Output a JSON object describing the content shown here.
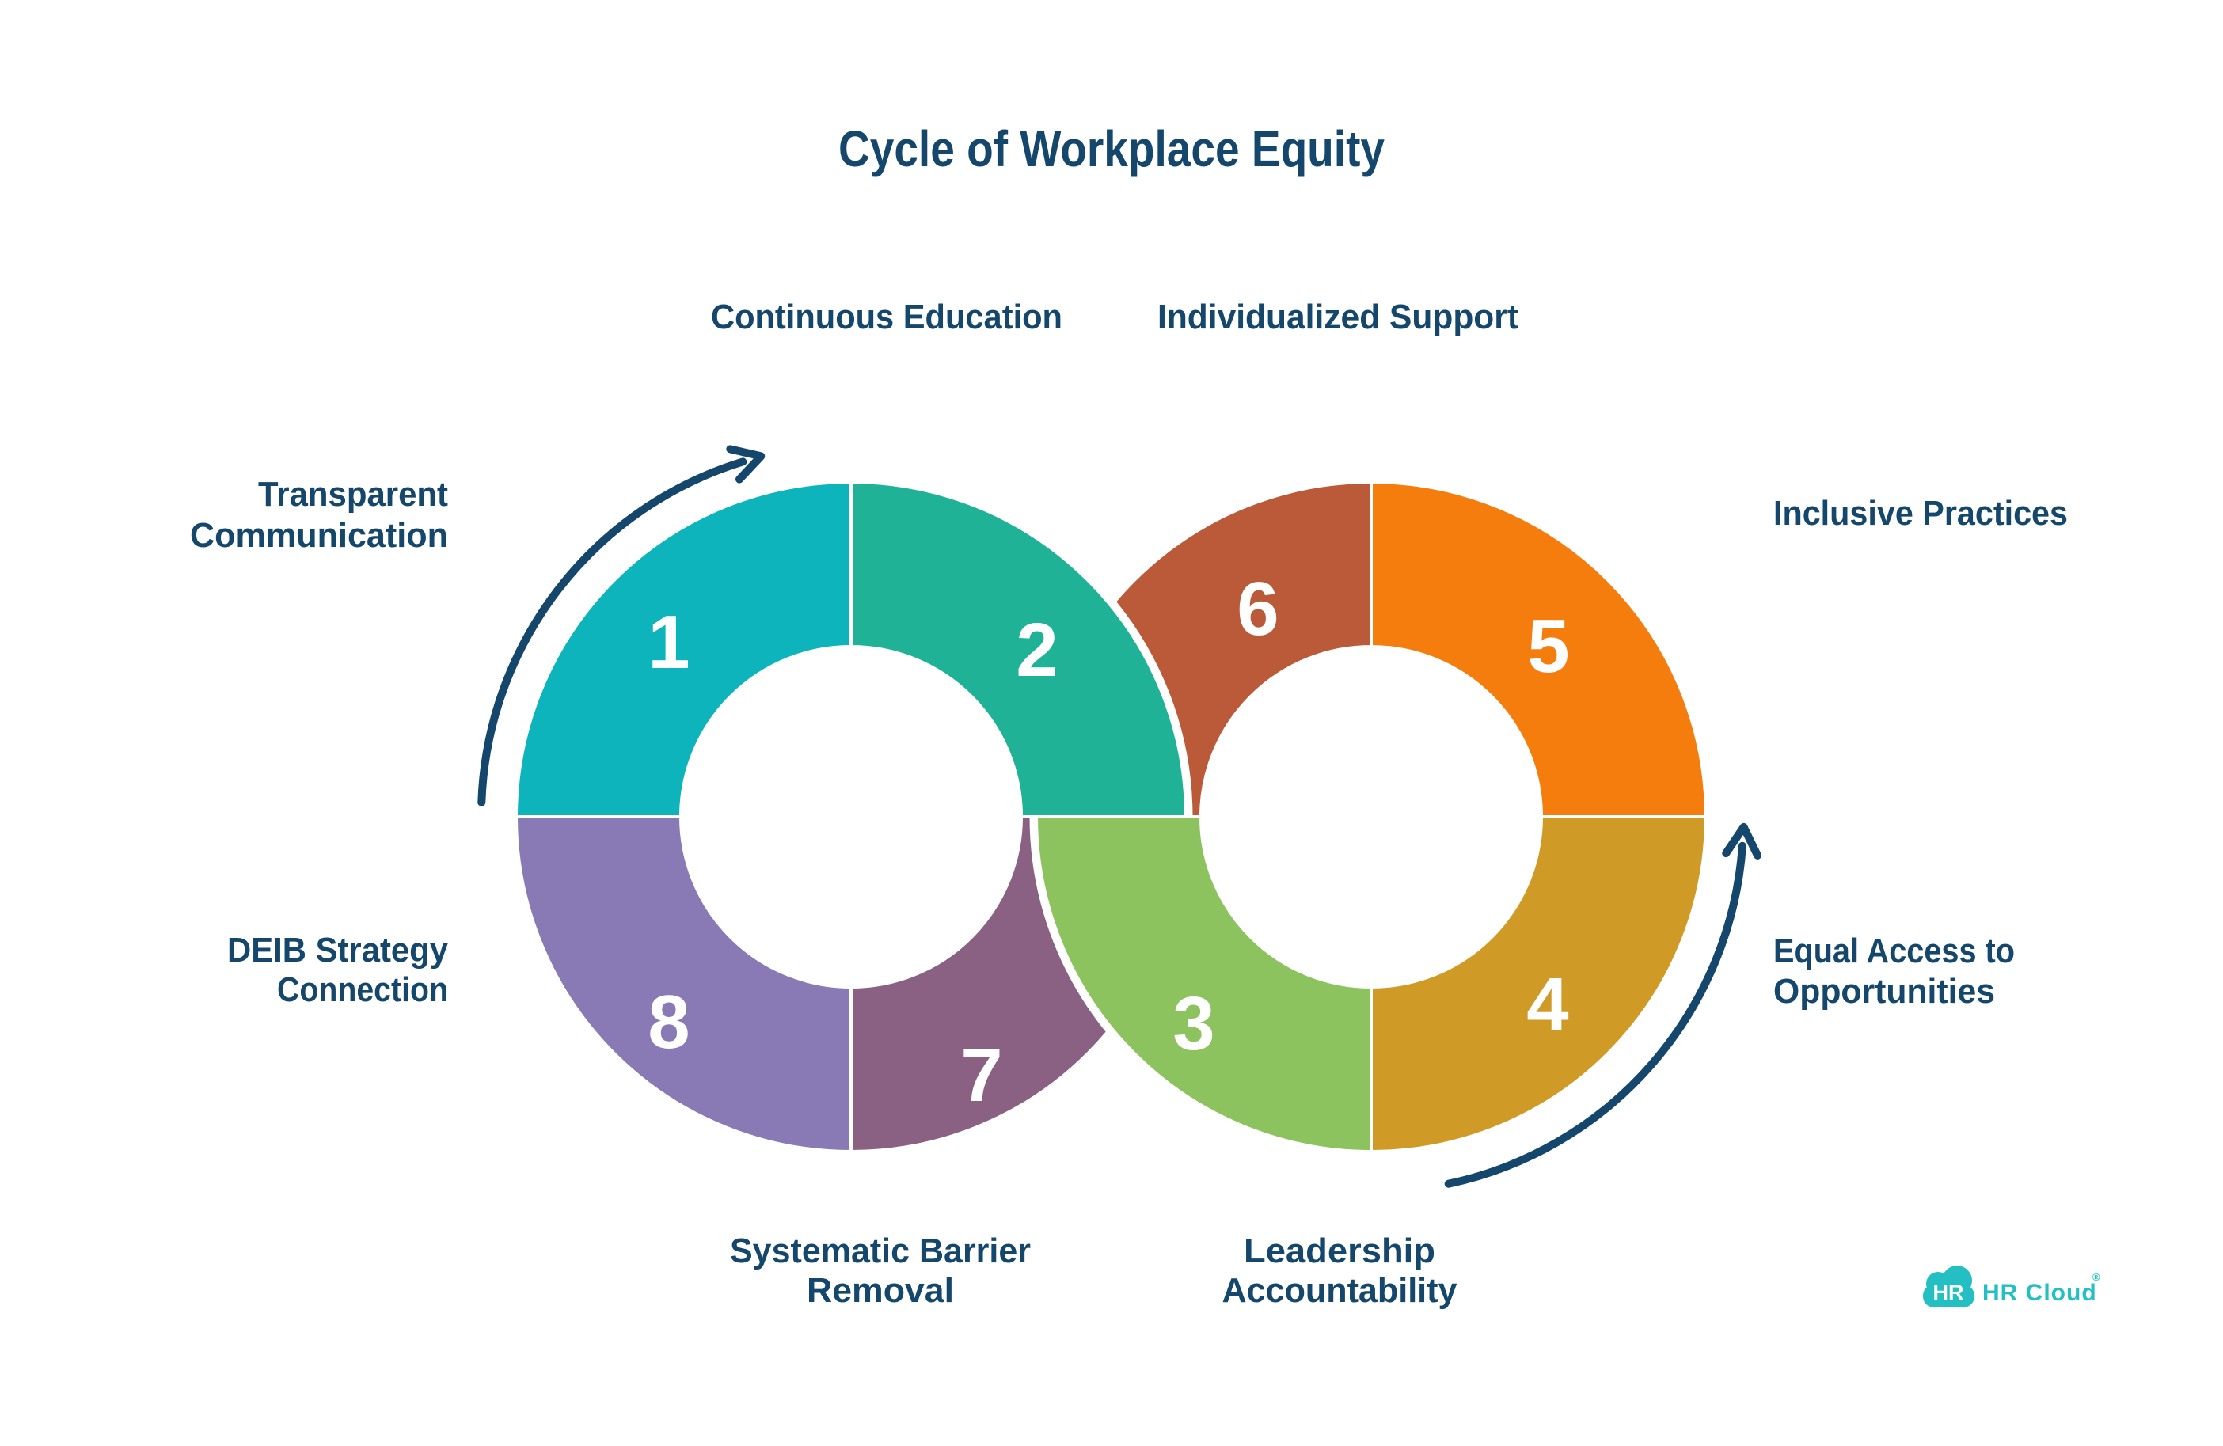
{
  "title": "Cycle of Workplace Equity",
  "colors": {
    "navy": "#14476B",
    "background": "#FFFFFF",
    "segment_number_text": "#FFFFFF",
    "logo_teal": "#23BFC2"
  },
  "chart_data": {
    "type": "cycle-diagram",
    "subtype": "infinity-loop-double-donut",
    "title": "Cycle of Workplace Equity",
    "steps": [
      {
        "number": 1,
        "label": "Transparent Communication",
        "color": "#0DB4BC",
        "ring": "left",
        "quadrant": "top-left"
      },
      {
        "number": 2,
        "label": "Continuous Education",
        "color": "#1FB296",
        "ring": "left",
        "quadrant": "top-right"
      },
      {
        "number": 3,
        "label": "Leadership Accountability",
        "color": "#8DC35E",
        "ring": "right",
        "quadrant": "bottom-left"
      },
      {
        "number": 4,
        "label": "Equal Access to Opportunities",
        "color": "#CF9A26",
        "ring": "right",
        "quadrant": "bottom-right"
      },
      {
        "number": 5,
        "label": "Inclusive Practices",
        "color": "#F57D0E",
        "ring": "right",
        "quadrant": "top-right"
      },
      {
        "number": 6,
        "label": "Individualized Support",
        "color": "#BB5A39",
        "ring": "right",
        "quadrant": "top-left"
      },
      {
        "number": 7,
        "label": "Systematic Barrier Removal",
        "color": "#8A6083",
        "ring": "left",
        "quadrant": "bottom-right"
      },
      {
        "number": 8,
        "label": "DEIB Strategy Connection",
        "color": "#8979B5",
        "ring": "left",
        "quadrant": "bottom-left"
      }
    ]
  },
  "labels": {
    "continuous_education": {
      "lines": [
        "Continuous Education"
      ]
    },
    "individualized_support": {
      "lines": [
        "Individualized Support"
      ]
    },
    "transparent_communication": {
      "lines": [
        "Transparent",
        "Communication"
      ]
    },
    "inclusive_practices": {
      "lines": [
        "Inclusive Practices"
      ]
    },
    "deib_strategy_connection": {
      "lines": [
        "DEIB Strategy",
        "Connection"
      ]
    },
    "equal_access_to_opportunities": {
      "lines": [
        "Equal Access to",
        "Opportunities"
      ]
    },
    "systematic_barrier_removal": {
      "lines": [
        "Systematic Barrier",
        "Removal"
      ]
    },
    "leadership_accountability": {
      "lines": [
        "Leadership",
        "Accountability"
      ]
    }
  },
  "logo": {
    "badge": "HR",
    "wordmark": "HR Cloud",
    "registered": "®"
  }
}
